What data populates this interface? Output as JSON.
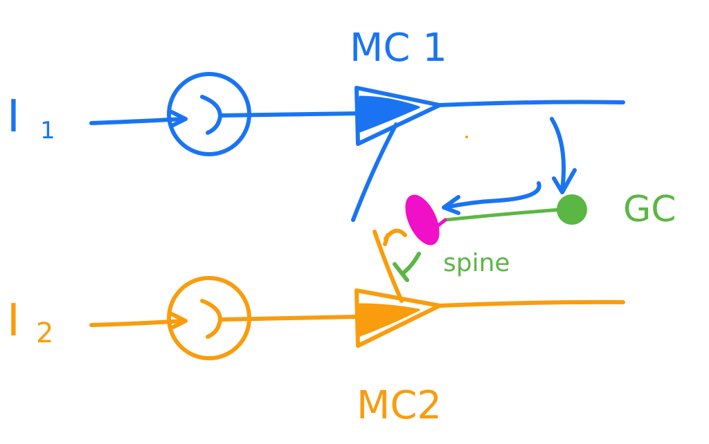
{
  "labels": {
    "input1": "I",
    "input1_sub": "1",
    "input2": "I",
    "input2_sub": "2",
    "mc1": "MC 1",
    "mc2": "MC2",
    "gc": "GC",
    "spine": "spine"
  },
  "colors": {
    "blue": "#1a74f2",
    "orange": "#f99c0e",
    "green": "#5bb744",
    "magenta": "#f010c8"
  }
}
